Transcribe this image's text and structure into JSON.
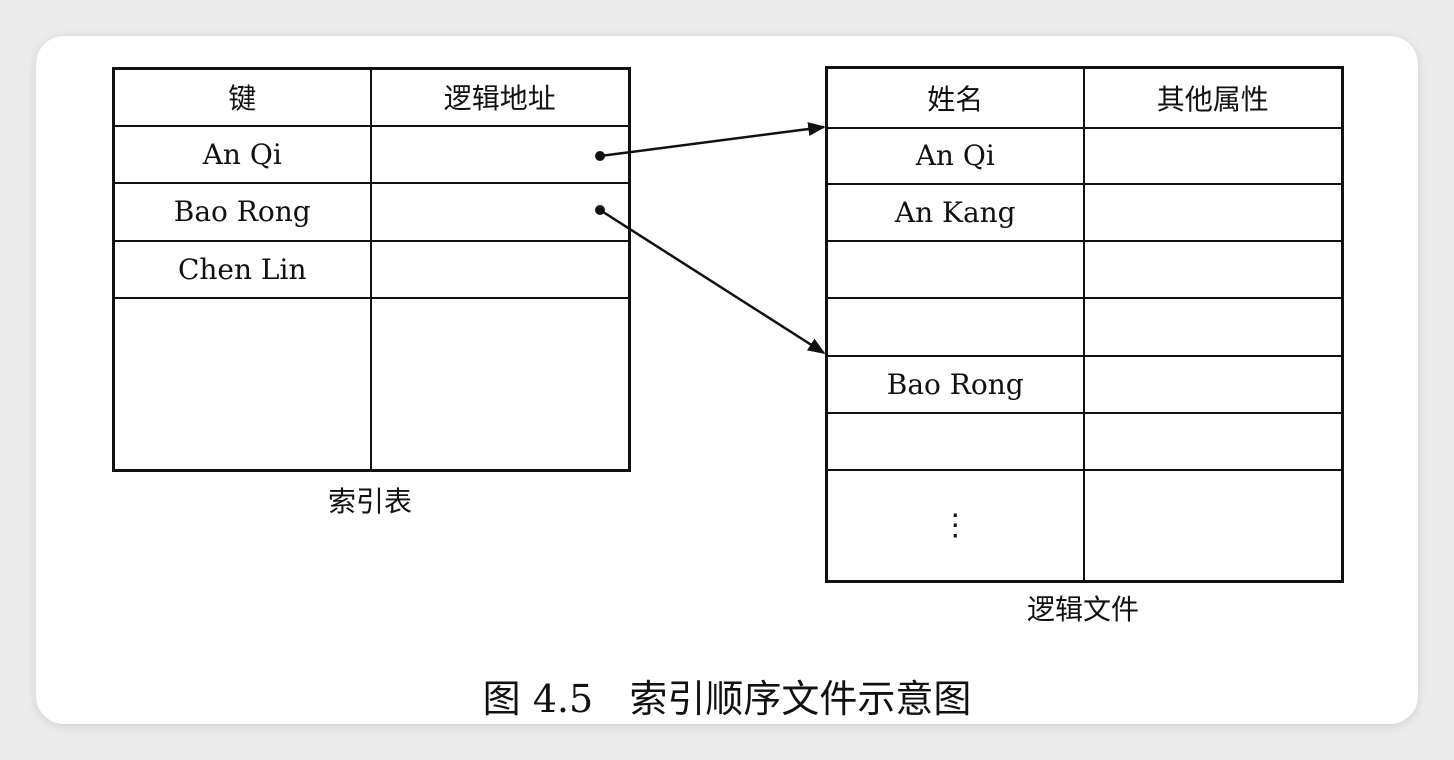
{
  "index_table": {
    "headers": [
      "键",
      "逻辑地址"
    ],
    "keys": [
      "An Qi",
      "Bao Rong",
      "Chen Lin",
      ""
    ],
    "caption": "索引表"
  },
  "logical_file": {
    "headers": [
      "姓名",
      "其他属性"
    ],
    "names": [
      "An Qi",
      "An Kang",
      "",
      "",
      "Bao Rong",
      "",
      "⋮"
    ],
    "caption": "逻辑文件"
  },
  "figure": {
    "number": "图 4.5",
    "title": "索引顺序文件示意图"
  },
  "pointers": [
    {
      "from_key": "An Qi",
      "to_record": "An Qi"
    },
    {
      "from_key": "Bao Rong",
      "to_record": "Bao Rong"
    }
  ],
  "colors": {
    "line": "#111111",
    "background": "#ffffff"
  }
}
